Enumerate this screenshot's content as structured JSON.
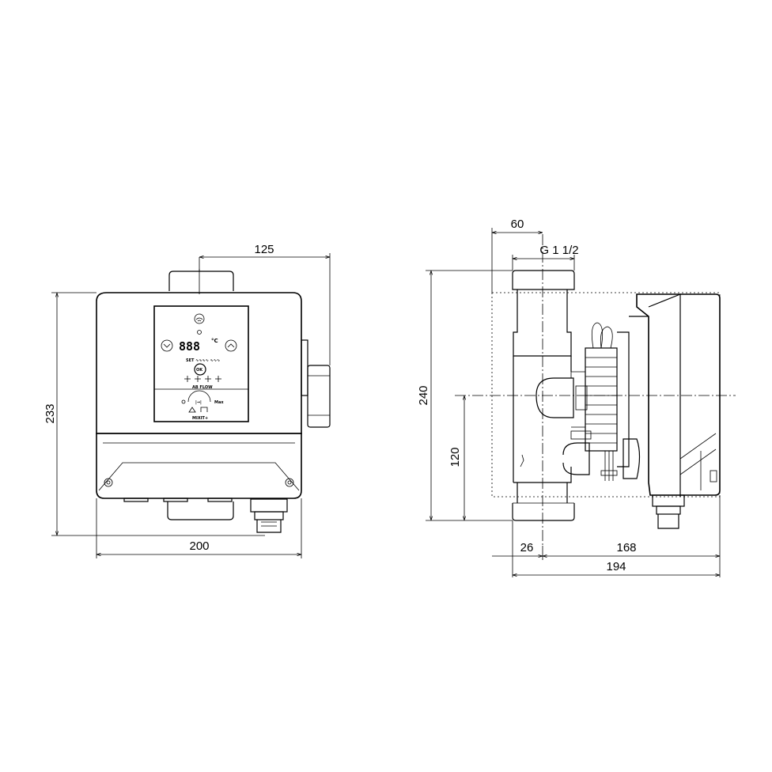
{
  "front_view": {
    "dims": {
      "top_offset": "125",
      "height": "233",
      "width": "200"
    },
    "panel": {
      "display": "888",
      "unit": "°C",
      "mode_labels": "SET  ∿∿∿∿  ∿∿∿",
      "ok": "OK",
      "air_flow": "AB FLOW",
      "max": "Max",
      "brand": "MIXIT+"
    }
  },
  "side_view": {
    "dims": {
      "port_width": "60",
      "thread": "G 1 1/2",
      "total_height": "240",
      "axis_height": "120",
      "left_offset": "26",
      "motor_depth": "168",
      "total_depth": "194"
    }
  }
}
